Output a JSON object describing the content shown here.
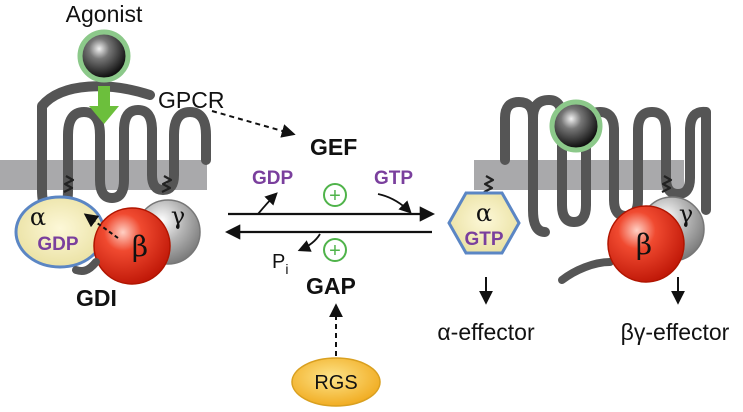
{
  "labels": {
    "agonist": "Agonist",
    "gpcr": "GPCR",
    "gef": "GEF",
    "gap": "GAP",
    "gdi": "GDI",
    "rgs": "RGS",
    "gdp_reaction": "GDP",
    "gtp_reaction": "GTP",
    "pi_base": "P",
    "pi_sub": "i",
    "plus_top": "+",
    "plus_bottom": "+"
  },
  "inactive_complex": {
    "alpha": "α",
    "alpha_nucleotide": "GDP",
    "beta": "β",
    "gamma": "γ"
  },
  "active_complex": {
    "alpha": "α",
    "alpha_nucleotide": "GTP",
    "beta": "β",
    "gamma": "γ"
  },
  "effectors": {
    "alpha_effector": "α-effector",
    "betagamma_effector": "βγ-effector"
  },
  "colors": {
    "membrane": "#a9a9ab",
    "receptor_line": "#555555",
    "agonist_ring": "#8cc98a",
    "green_arrow": "#6cbf3c",
    "alpha_fill": "#f3ecb8",
    "alpha_border": "#5b86c4",
    "beta": "#e02a18",
    "gamma": "#9a9a9a",
    "nucleotide_text": "#7a3f9d",
    "plus_circle": "#4fb34a",
    "rgs_fill": "#f5c13a"
  }
}
